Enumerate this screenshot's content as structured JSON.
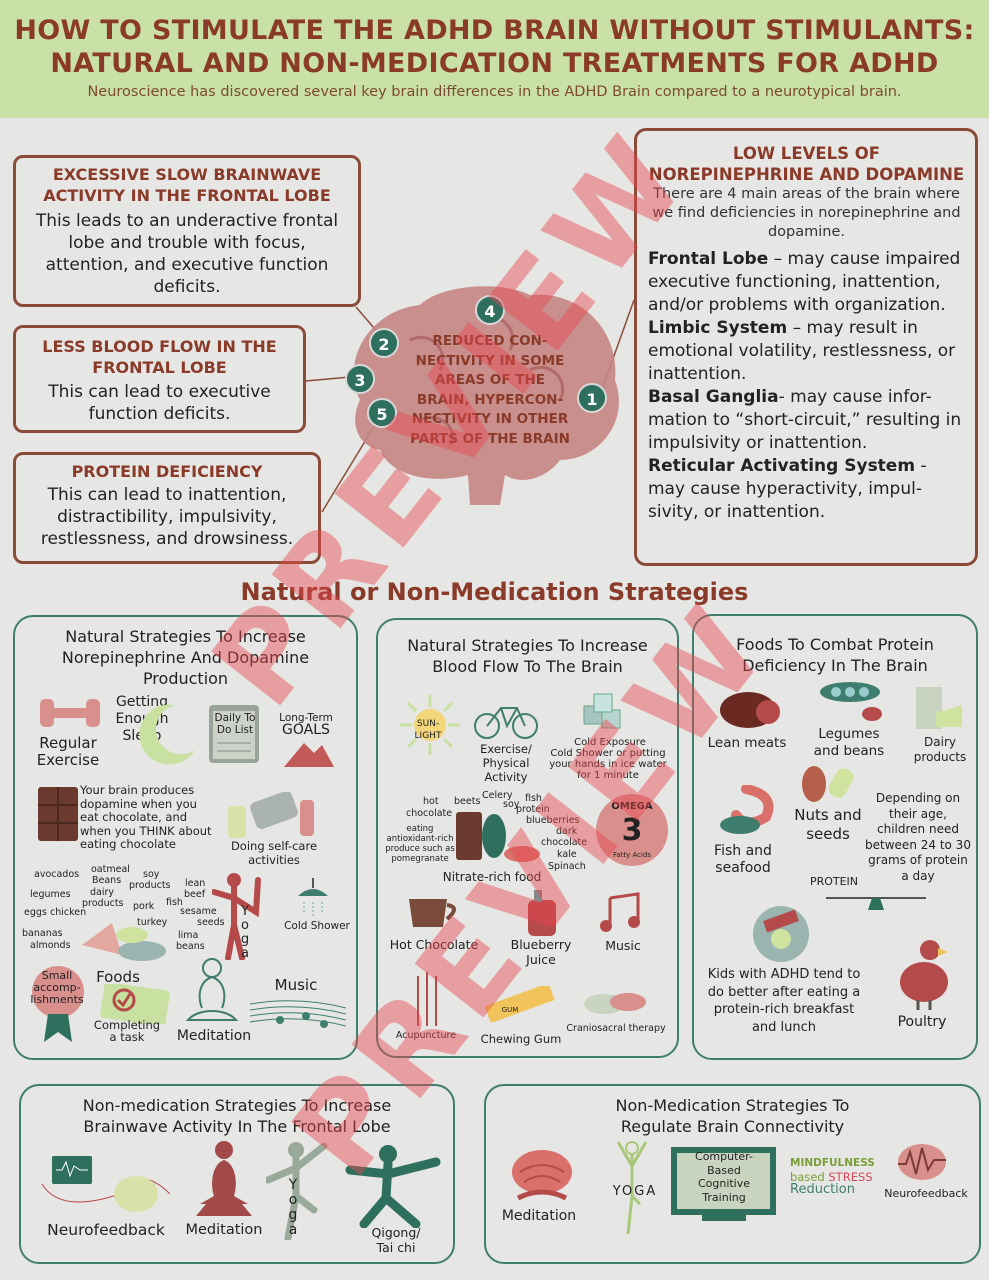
{
  "header": {
    "title_line1": "How to Stimulate the ADHD Brain Without Stimulants:",
    "title_line2": "Natural and Non-Medication Treatments for ADHD",
    "subtitle": "Neuroscience has discovered several key brain differences in the ADHD Brain compared to a neurotypical brain."
  },
  "left_boxes": [
    {
      "title": "Excessive Slow Brainwave Activity in the Frontal Lobe",
      "text": "This leads to an underactive frontal lobe and trouble with focus, attention, and executive function deficits."
    },
    {
      "title": "Less Blood Flow in the Frontal Lobe",
      "text": "This can lead to executive function deficits."
    },
    {
      "title": "Protein Deficiency",
      "text": "This can lead to inattention, distractibility, impulsivity, restlessness, and drowsiness."
    }
  ],
  "brain": {
    "center_text": "Reduced Con-nectivity in some areas of the brain, hypercon-nectivity in other parts of the brain",
    "numbers": [
      "1",
      "2",
      "3",
      "4",
      "5"
    ]
  },
  "right_box": {
    "title": "Low levels of Norepinephrine and Dopamine",
    "intro": "There are 4 main areas of the brain where we find deficiencies in norepinephrine and dopamine.",
    "areas": [
      {
        "name": "Frontal Lobe",
        "text": " – may cause impaired executive functioning, inattention, and/or problems with organization."
      },
      {
        "name": "Limbic System",
        "text": " – may result in emotional volatility, restlessness, or inattention."
      },
      {
        "name": "Basal Ganglia",
        "text": "- may cause infor-mation to “short-circuit,” resulting in impulsivity or inattention."
      },
      {
        "name": "Reticular Activating System",
        "text": " - may cause hyperactivity, impul-sivity, or inattention."
      }
    ]
  },
  "section_title": "Natural or Non-Medication Strategies",
  "panel1": {
    "title": "Natural Strategies To Increase Norepinephrine And Dopamine Production",
    "regular_exercise": "Regular Exercise",
    "sleep": "Getting Enough Sleep",
    "todo": "Daily To Do List",
    "goals_small": "Long-Term",
    "goals": "GOALS",
    "chocolate": "Your brain produces dopamine when you eat chocolate, and when you THINK about eating chocolate",
    "selfcare": "Doing self-care activities",
    "food_words": [
      "avocados",
      "oatmeal",
      "Beans",
      "soy",
      "products",
      "lean",
      "beef",
      "legumes",
      "dairy",
      "products",
      "pork",
      "fish",
      "eggs",
      "chicken",
      "turkey",
      "sesame",
      "seeds",
      "bananas",
      "almonds",
      "lima",
      "beans"
    ],
    "yoga": "Yoga",
    "cold_shower": "Cold Shower",
    "foods": "Foods",
    "small_acc": "Small accomp-lishments",
    "completing": "Completing a task",
    "meditation": "Meditation",
    "music": "Music"
  },
  "panel2": {
    "title": "Natural Strategies To Increase Blood Flow To The Brain",
    "sunlight": "SUN-LIGHT",
    "exercise": "Exercise/ Physical Activity",
    "cold_title": "Cold Exposure",
    "cold_text": "Cold Shower or putting your hands in ice water for 1 minute",
    "nitrate_words": [
      "hot",
      "chocolate",
      "beets",
      "Celery",
      "soy",
      "fish",
      "protein",
      "blueberries",
      "dark",
      "chocolate",
      "kale",
      "Spinach",
      "eating antioxidant-rich produce such as pomegranate"
    ],
    "omega": "OMEGA",
    "omega_num": "3",
    "fatty": "Fatty Acids",
    "nitrate": "Nitrate-rich food",
    "hot_choc": "Hot Chocolate",
    "blueberry": "Blueberry Juice",
    "music": "Music",
    "acupuncture": "Acupuncture",
    "gum_label": "GUM",
    "chewing_gum": "Chewing Gum",
    "cranio": "Craniosacral therapy"
  },
  "panel3": {
    "title": "Foods To Combat Protein Deficiency In The Brain",
    "lean": "Lean meats",
    "legumes": "Legumes and beans",
    "dairy": "Dairy products",
    "nuts": "Nuts and seeds",
    "depending": "Depending on their age, children need between 24 to 30 grams of protein a day",
    "fish": "Fish and seafood",
    "protein": "PROTEIN",
    "kids": "Kids with ADHD tend to do better after eating a protein-rich breakfast and lunch",
    "poultry": "Poultry"
  },
  "panel4": {
    "title": "Non-medication Strategies To Increase Brainwave Activity In The Frontal Lobe",
    "neurofeedback": "Neurofeedback",
    "meditation": "Meditation",
    "yoga": "Yoga",
    "qigong": "Qigong/ Tai chi"
  },
  "panel5": {
    "title": "Non-Medication Strategies To Regulate Brain Connectivity",
    "meditation": "Meditation",
    "yoga": "YOGA",
    "cbct": "Computer-Based Cognitive Training",
    "mbsr1": "MINDFULNESS",
    "mbsr2a": "based",
    "mbsr2b": "STRESS",
    "mbsr3": "Reduction",
    "neurofeedback": "Neurofeedback"
  },
  "watermark": "PREVIEW",
  "colors": {
    "header_bg": "#c9e0a6",
    "accent": "#8a3a28",
    "teal": "#2f6f5e",
    "brain": "#c07a78",
    "watermark": "#e84650"
  }
}
